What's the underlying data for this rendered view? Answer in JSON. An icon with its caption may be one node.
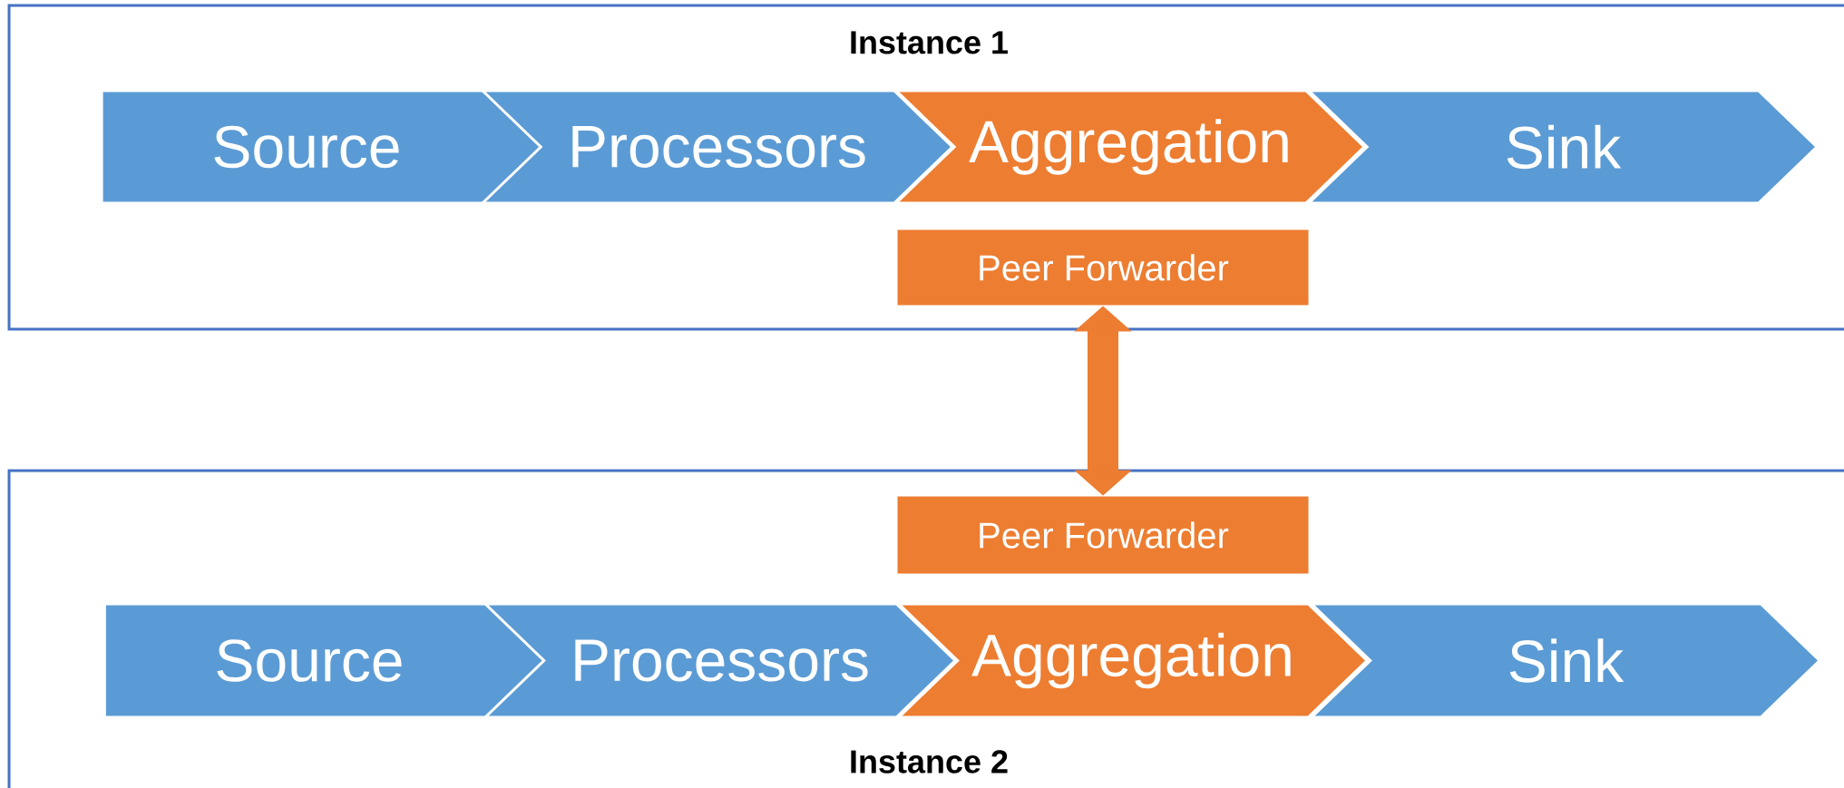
{
  "diagram": {
    "nodes": [
      {
        "text": [
          "Instance 1"
        ]
      },
      {
        "text": [
          "Source"
        ],
        "in": 0
      },
      {
        "text": [
          "Processors"
        ],
        "in": 0
      },
      {
        "text": [
          "Aggregation"
        ],
        "in": 0
      },
      {
        "text": [
          "Sink"
        ],
        "in": 0
      },
      {
        "text": [
          "Peer Forwarder"
        ],
        "in": 0
      },
      {
        "text": [
          "Instance 2"
        ]
      },
      {
        "text": [
          "Peer Forwarder"
        ],
        "in": 6
      },
      {
        "text": [
          "Source"
        ],
        "in": 6
      },
      {
        "text": [
          "Processors"
        ],
        "in": 6
      },
      {
        "text": [
          "Aggregation"
        ],
        "in": 6
      },
      {
        "text": [
          "Sink"
        ],
        "in": 6
      }
    ],
    "edges": [
      {
        "from": 5,
        "to": 7,
        "arrow": "both"
      }
    ]
  }
}
